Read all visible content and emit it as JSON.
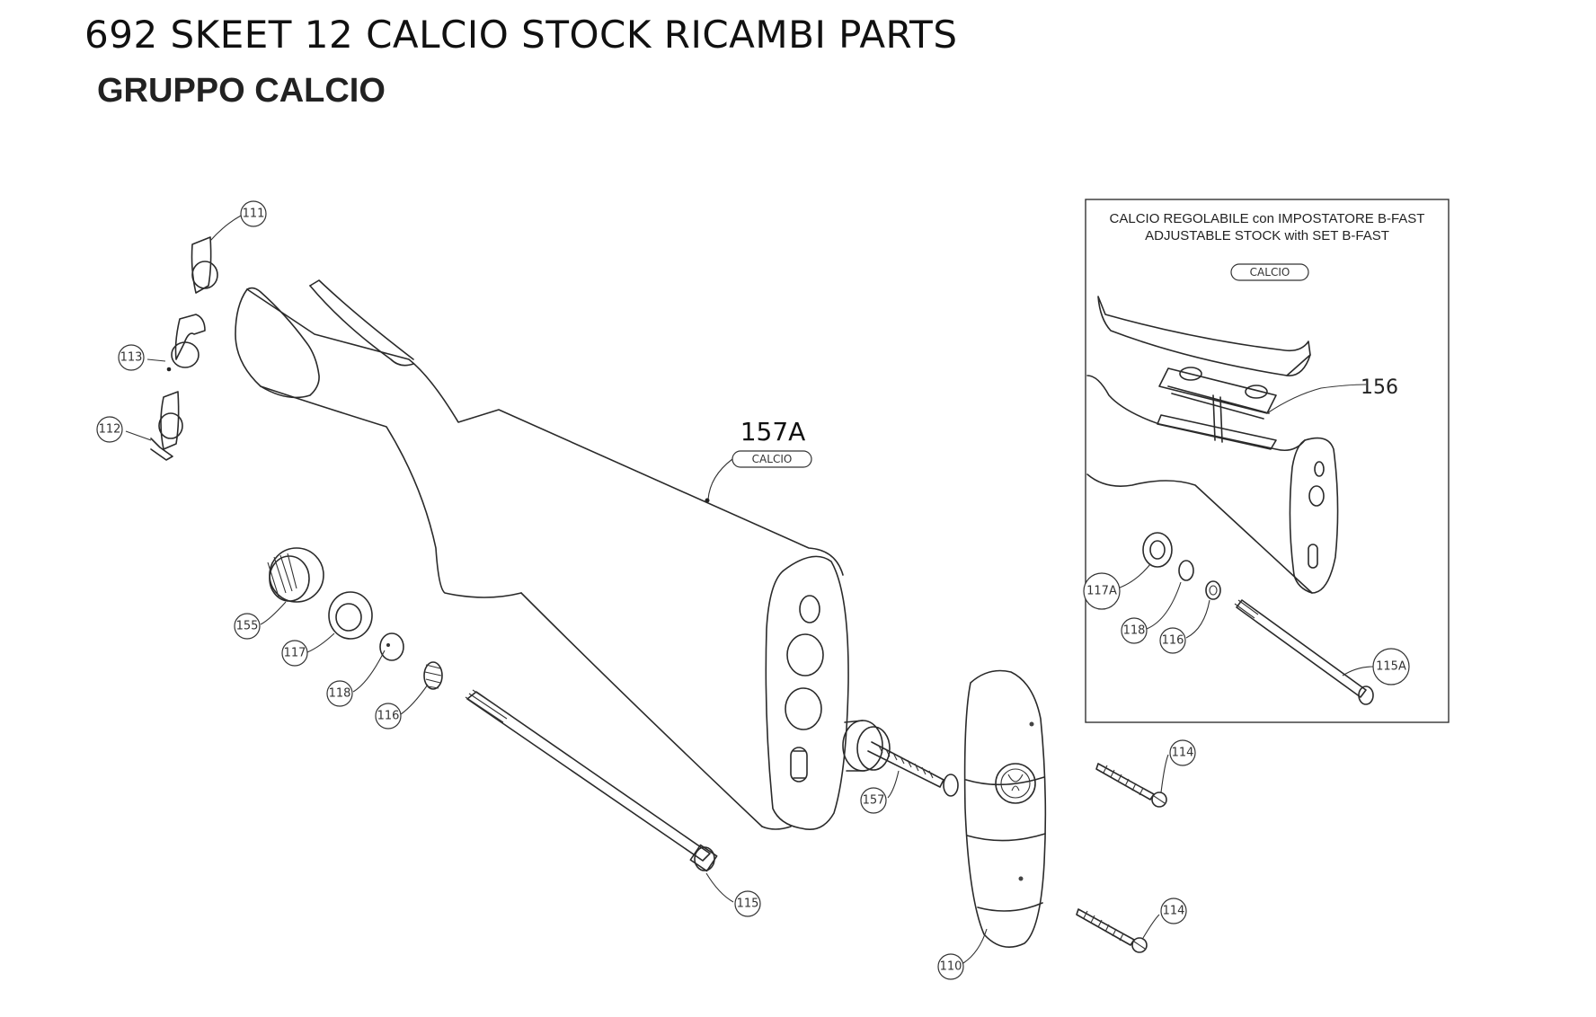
{
  "header": {
    "title": "692 SKEET 12 CALCIO STOCK RICAMBI PARTS",
    "subtitle": "GRUPPO CALCIO"
  },
  "main_assembly": {
    "stock_number": "157A",
    "stock_label": "CALCIO"
  },
  "parts": {
    "p111": "111",
    "p113": "113",
    "p112": "112",
    "p155": "155",
    "p117": "117",
    "p118": "118",
    "p116": "116",
    "p115": "115",
    "p157": "157",
    "p110": "110",
    "p114a": "114",
    "p114b": "114"
  },
  "inset": {
    "title_it": "CALCIO REGOLABILE con IMPOSTATORE B-FAST",
    "title_en": "ADJUSTABLE STOCK with SET B-FAST",
    "label": "CALCIO",
    "part_156": "156",
    "part_117A": "117A",
    "part_118": "118",
    "part_116": "116",
    "part_115A": "115A"
  }
}
